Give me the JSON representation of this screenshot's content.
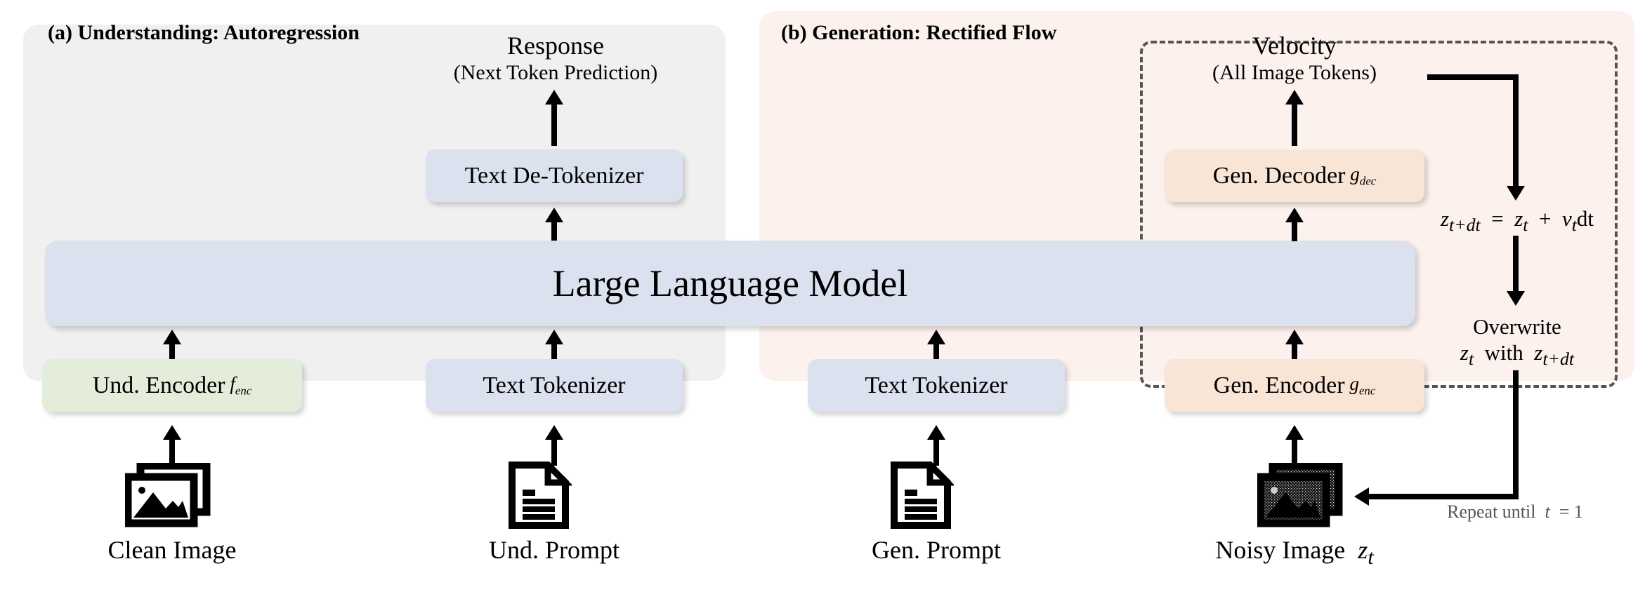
{
  "panels": {
    "a": {
      "title": "(a) Understanding: Autoregression"
    },
    "b": {
      "title": "(b) Generation: Rectified Flow"
    }
  },
  "boxes": {
    "text_detokenizer": "Text De-Tokenizer",
    "large_language_model": "Large Language Model",
    "und_encoder": "Und. Encoder",
    "und_encoder_sym": "f",
    "und_encoder_sub": "enc",
    "text_tokenizer_a": "Text Tokenizer",
    "text_tokenizer_b": "Text Tokenizer",
    "gen_decoder": "Gen. Decoder",
    "gen_decoder_sym": "g",
    "gen_decoder_sub": "dec",
    "gen_encoder": "Gen. Encoder",
    "gen_encoder_sym": "g",
    "gen_encoder_sub": "enc"
  },
  "labels": {
    "response": "Response",
    "response_sub": "(Next Token Prediction)",
    "velocity": "Velocity",
    "velocity_sub": "(All Image Tokens)",
    "clean_image": "Clean Image",
    "und_prompt": "Und. Prompt",
    "gen_prompt": "Gen. Prompt",
    "noisy_image": "Noisy Image",
    "noisy_image_sym": "z",
    "noisy_image_sub": "t",
    "overwrite": "Overwrite",
    "repeat": "Repeat until",
    "repeat_var": "t",
    "repeat_eq": "= 1"
  },
  "equations": {
    "update": {
      "lhs_sym": "z",
      "lhs_sub": "t+dt",
      "eq": "=",
      "rhs1_sym": "z",
      "rhs1_sub": "t",
      "plus": "+",
      "rhs2_sym": "v",
      "rhs2_sub": "t",
      "rhs2_tail": "dt"
    },
    "overwrite_line2": {
      "a_sym": "z",
      "a_sub": "t",
      "with": "with",
      "b_sym": "z",
      "b_sub": "t+dt"
    }
  },
  "icons": {
    "clean_image": "images-stack-icon",
    "und_prompt": "document-text-icon",
    "gen_prompt": "document-text-icon",
    "noisy_image": "noisy-images-stack-icon"
  },
  "colors": {
    "panel_a_bg": "#f0f0f0",
    "panel_b_bg": "#fdf1ee",
    "blue_box": "#dce1f0",
    "green_box": "#e4edda",
    "peach_box": "#f8e5d6",
    "dashed_border": "#555555",
    "arrow": "#000000",
    "repeat_text": "#555555"
  }
}
